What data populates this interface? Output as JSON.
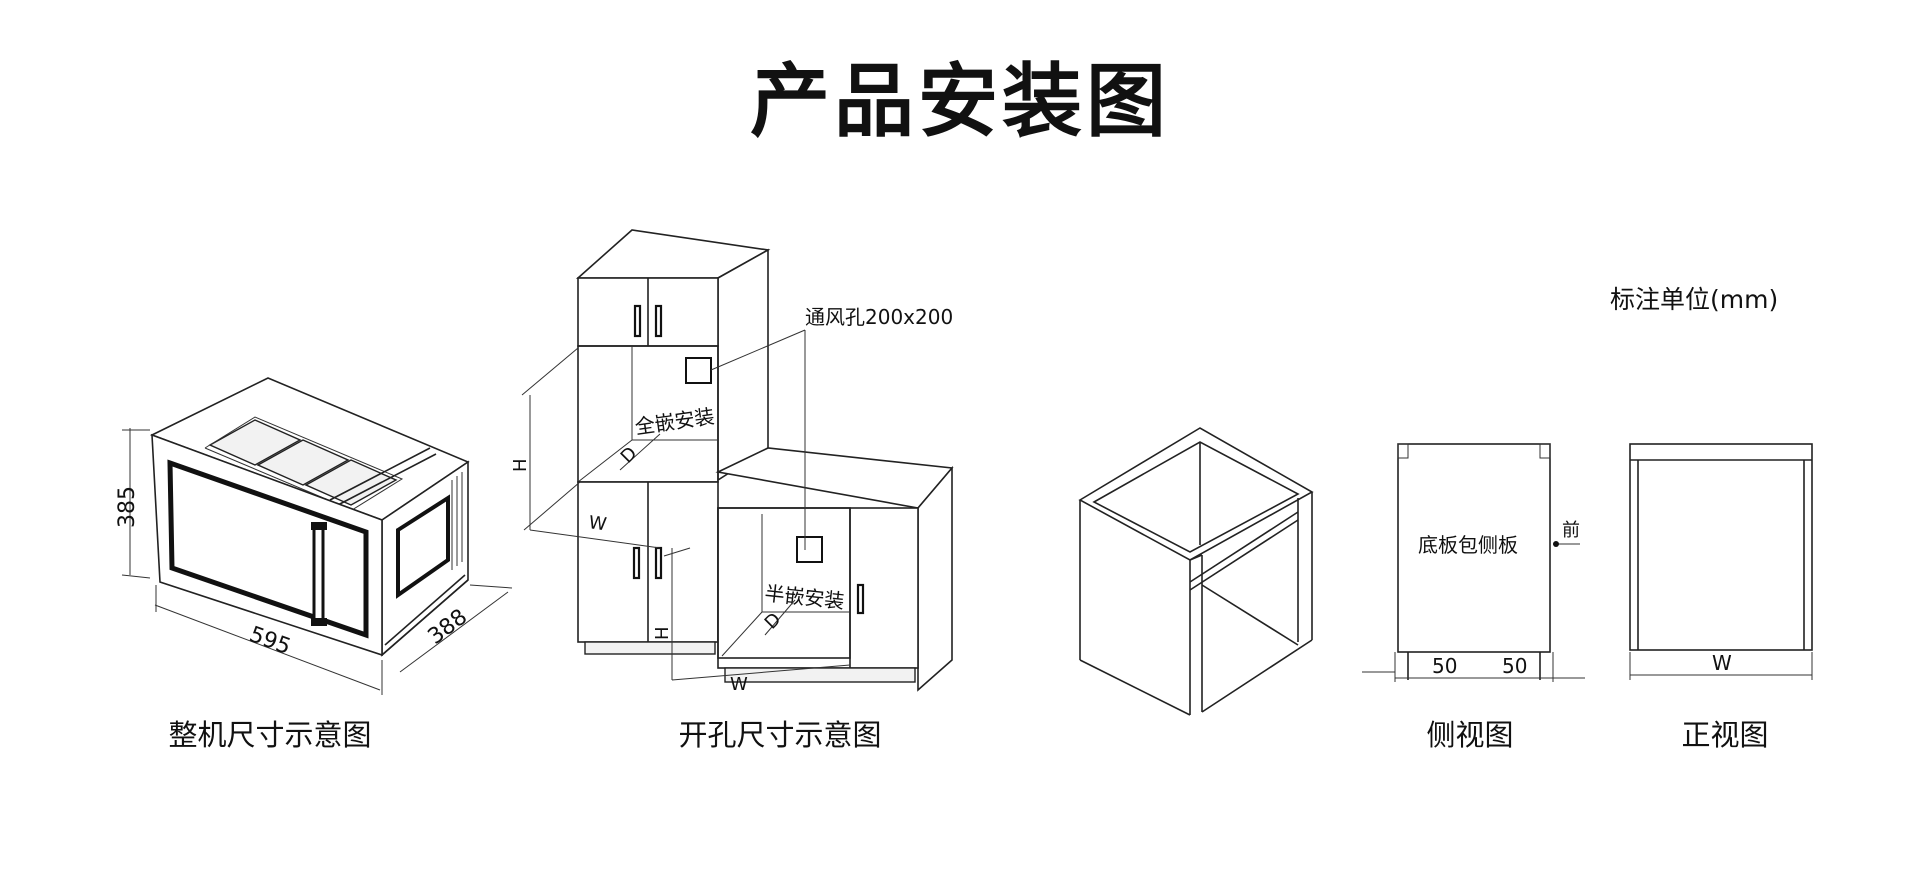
{
  "page": {
    "title": "产品安装图",
    "unit_note": "标注单位(mm)"
  },
  "captions": {
    "overall": "整机尺寸示意图",
    "opening": "开孔尺寸示意图",
    "side_view": "侧视图",
    "front_view": "正视图"
  },
  "dimensions": {
    "overall_height": "385",
    "overall_width": "595",
    "overall_depth": "388",
    "opening_height": "H",
    "opening_width": "W",
    "opening_depth": "D",
    "side_gap_left": "50",
    "side_gap_right": "50",
    "front_width": "W"
  },
  "annotations": {
    "vent": "通风孔200x200",
    "full_embed": "全嵌安装",
    "half_embed": "半嵌安装",
    "side_panel": "底板包侧板",
    "front_marker": "前"
  }
}
